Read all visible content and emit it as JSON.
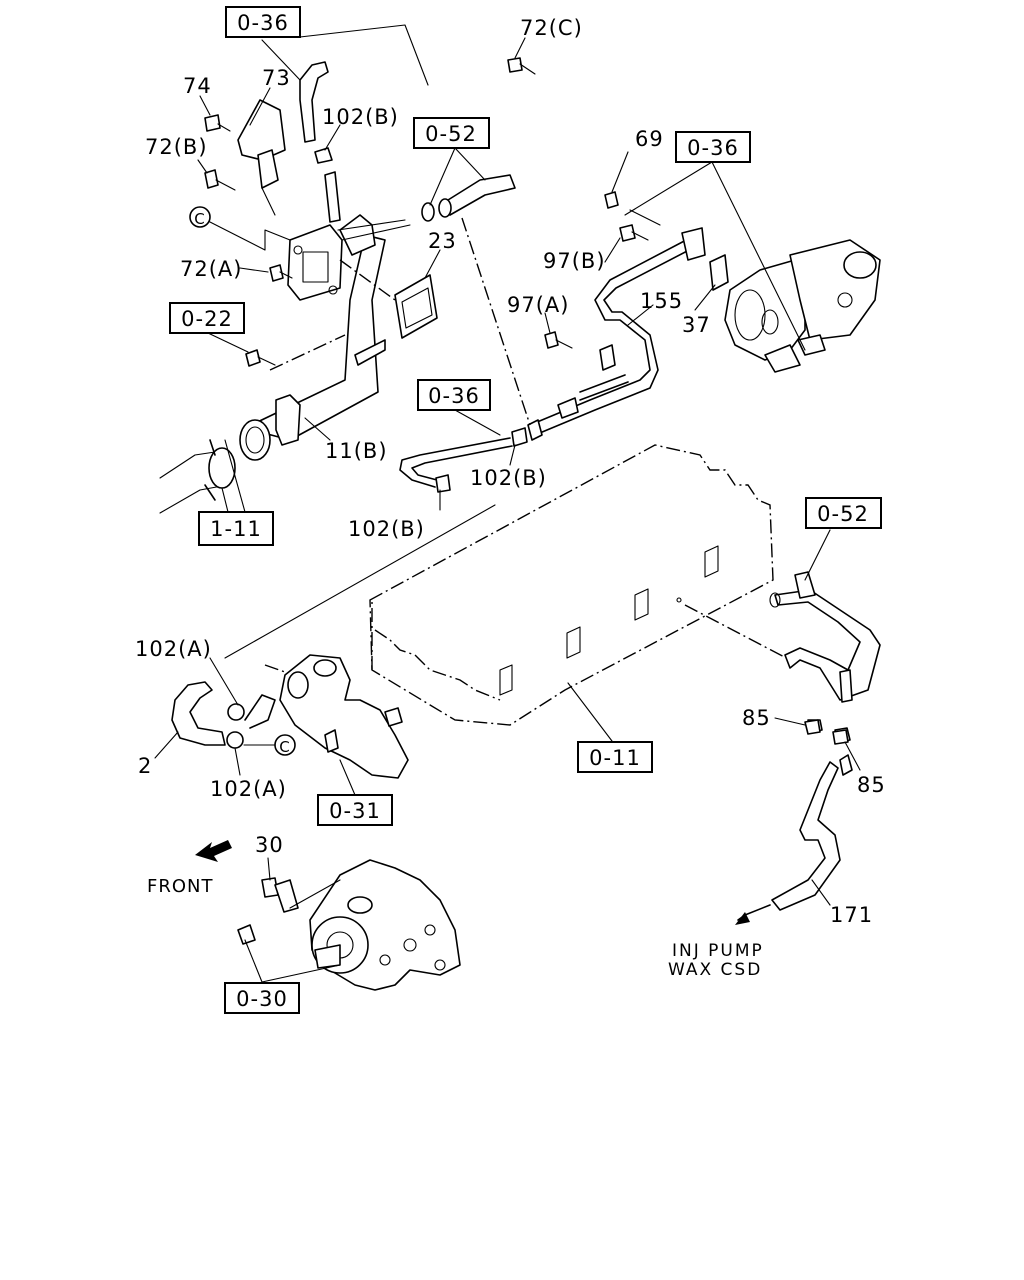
{
  "ref_boxes": {
    "r1": "0-36",
    "r2": "0-52",
    "r3": "0-36",
    "r4": "0-22",
    "r5": "0-36",
    "r6": "1-11",
    "r7": "0-52",
    "r8": "0-11",
    "r9": "0-31",
    "r10": "0-30"
  },
  "callouts": {
    "c72c": "72(C)",
    "c74": "74",
    "c73": "73",
    "c102b_top": "102(B)",
    "c72b": "72(B)",
    "c69": "69",
    "c23": "23",
    "c72a": "72(A)",
    "c97b": "97(B)",
    "c97a": "97(A)",
    "c155": "155",
    "c37": "37",
    "c11b": "11(B)",
    "c102b_mid": "102(B)",
    "c102b_low": "102(B)",
    "c102a_top": "102(A)",
    "c2": "2",
    "c102a_low": "102(A)",
    "c85_left": "85",
    "c85_right": "85",
    "c30": "30",
    "c171": "171"
  },
  "circle_marks": {
    "m1": "C",
    "m2": "C"
  },
  "notes": {
    "front": "FRONT",
    "inj_line1": "INJ PUMP",
    "inj_line2": "WAX CSD"
  }
}
